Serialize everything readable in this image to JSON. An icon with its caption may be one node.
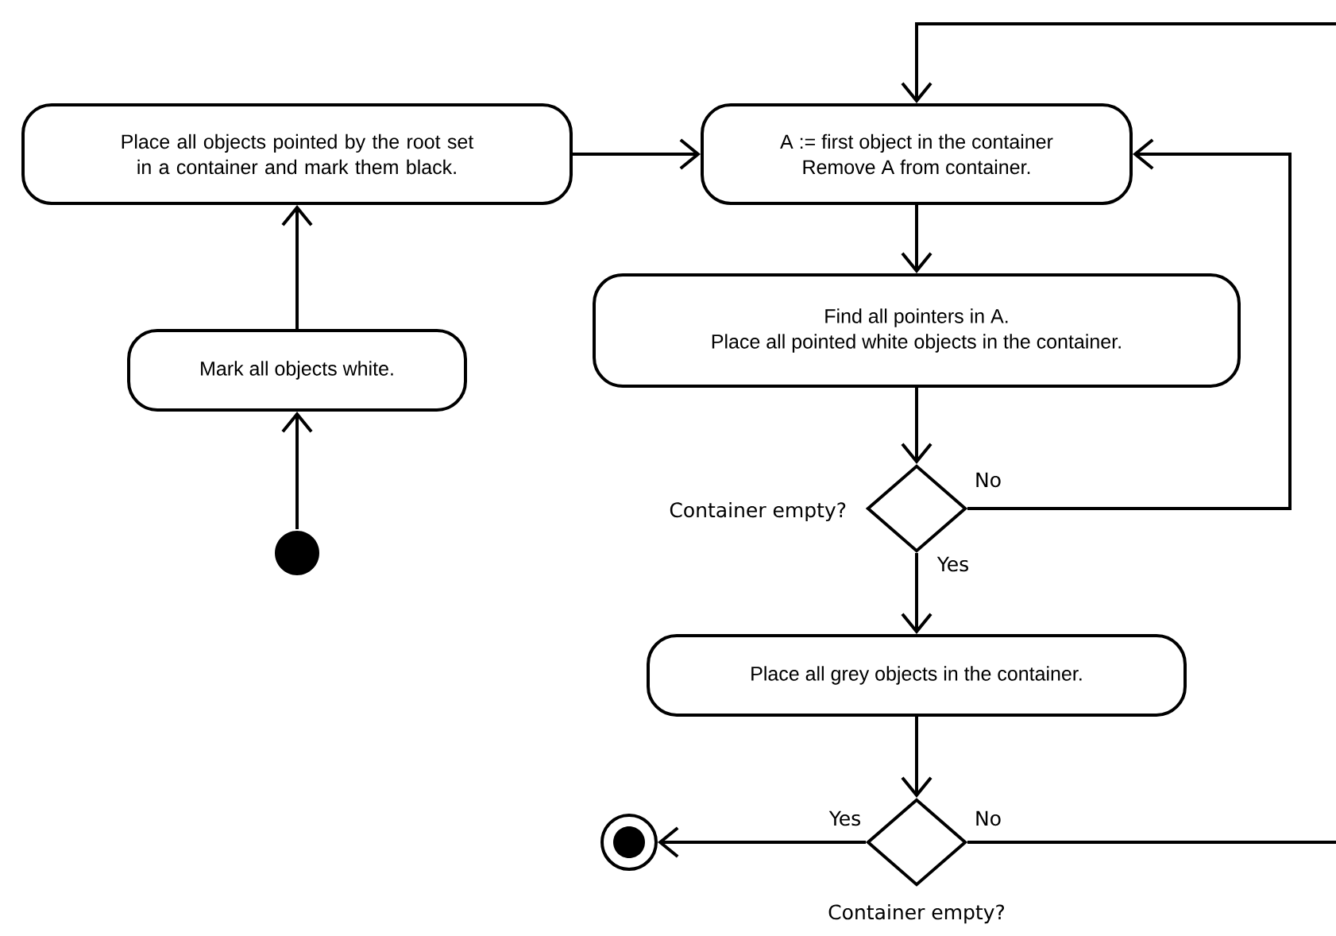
{
  "diagram": {
    "nodes": [
      {
        "text": [
          "Place all objects pointed by the root set in a container and mark them black."
        ]
      },
      {
        "text": [
          "A := first object in the container",
          "Remove A from container."
        ]
      },
      {
        "text": [
          "Mark all objects white."
        ]
      },
      {
        "text": [
          "Find all pointers in A.",
          "Place all pointed white objects in the container."
        ]
      },
      {
        "text": [],
        "shape": "circle"
      },
      {
        "text": [],
        "shape": "diamond",
        "beside": [
          "Container empty?"
        ]
      },
      {
        "text": [
          "Place all grey objects in the container."
        ]
      },
      {
        "text": [],
        "shape": "diamond",
        "beside": [
          "Container empty?"
        ]
      },
      {
        "text": [],
        "shape": "circle"
      }
    ],
    "edges": [
      {
        "from": 4,
        "to": 2,
        "arrow": "to"
      },
      {
        "from": 2,
        "to": 0,
        "arrow": "to"
      },
      {
        "from": 0,
        "to": 1,
        "arrow": "to"
      },
      {
        "from": 1,
        "to": 3,
        "arrow": "to"
      },
      {
        "from": 3,
        "to": 5,
        "arrow": "to"
      },
      {
        "from": 5,
        "to": 1,
        "arrow": "to",
        "label": "No"
      },
      {
        "from": 5,
        "to": 6,
        "arrow": "to",
        "label": "Yes"
      },
      {
        "from": 6,
        "to": 7,
        "arrow": "to"
      },
      {
        "from": 7,
        "to": 8,
        "arrow": "to",
        "label": "Yes"
      },
      {
        "from": 7,
        "to": 1,
        "arrow": "to",
        "label": "No"
      }
    ]
  }
}
